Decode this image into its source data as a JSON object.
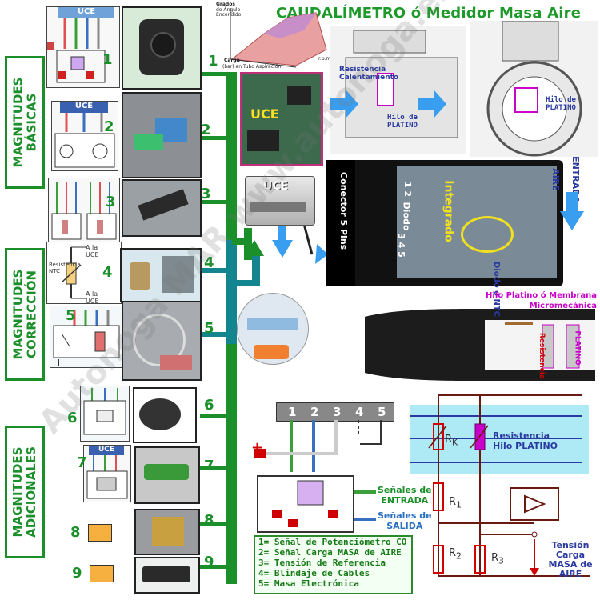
{
  "title": "CAUDALÍMETRO ó Medidor Masa Aire",
  "groups": {
    "basicas": "MAGNITUDES BÁSICAS",
    "correccion": "MAGNITUDES CORRECCIÓN",
    "adicionales": "MAGNITUDES ADICIONALES"
  },
  "numbers": [
    "1",
    "2",
    "3",
    "4",
    "5",
    "6",
    "7",
    "8",
    "9"
  ],
  "uce": "UCE",
  "ntc_labels": {
    "a_uce_top": "A la UCE",
    "resistencia_ntc": "Resistencia NTC",
    "a_uce_bottom": "A la UCE"
  },
  "graph": {
    "y_title": "Grados",
    "y_sub1": "de Ángulo",
    "y_sub2": "Encendido",
    "x1": "Carga",
    "x2": "(bar) en Tubo Aspiración",
    "x3": "r.p.m."
  },
  "flowmeter_top": {
    "resistencia": "Resistencia Calentamiento",
    "hilo_left": "Hilo de PLATINO",
    "hilo_right": "Hilo de PLATINO"
  },
  "sensor": {
    "conector": "Conector 5 Pins",
    "pins_top": "1 2",
    "diodo": "Diodo",
    "pins_bottom": "3 4 5",
    "integrado": "Integrado",
    "entrada": "ENTRADA",
    "aire": "AIRE",
    "diodo_ntc": "Diodo ó NTC",
    "hilo_membrana": "Hilo Platino ó Membrana Micromecánica",
    "resistencia": "Resistencia",
    "platino": "PLATINO"
  },
  "pins": [
    "1",
    "2",
    "3",
    "4",
    "5"
  ],
  "signals": {
    "entrada_1": "Señales de",
    "entrada_2": "ENTRADA",
    "salida_1": "Señales de",
    "salida_2": "SALIDA"
  },
  "legend": [
    "1= Señal de Potenciómetro CO",
    "2= Señal Carga MASA de AIRE",
    "3= Tensión de Referencia",
    "4= Blindaje de Cables",
    "5= Masa Electrónica"
  ],
  "circuit": {
    "rk": "R",
    "rk_sub": "K",
    "res_label_1": "Resistencia",
    "res_label_2": "Hilo PLATINO",
    "r1": "R",
    "r1_sub": "1",
    "r2": "R",
    "r2_sub": "2",
    "r3": "R",
    "r3_sub": "3",
    "tension_1": "Tensión",
    "tension_2": "Carga",
    "tension_3": "MASA de",
    "tension_4": "AIRE"
  },
  "watermark": "Autonoga MAR www.autonoga.es",
  "colors": {
    "green": "#1a8f2a",
    "teal": "#12858f",
    "blue": "#3a9ef0",
    "magenta": "#c800c8",
    "red": "#d00000",
    "airblue": "#aeeaf5"
  }
}
